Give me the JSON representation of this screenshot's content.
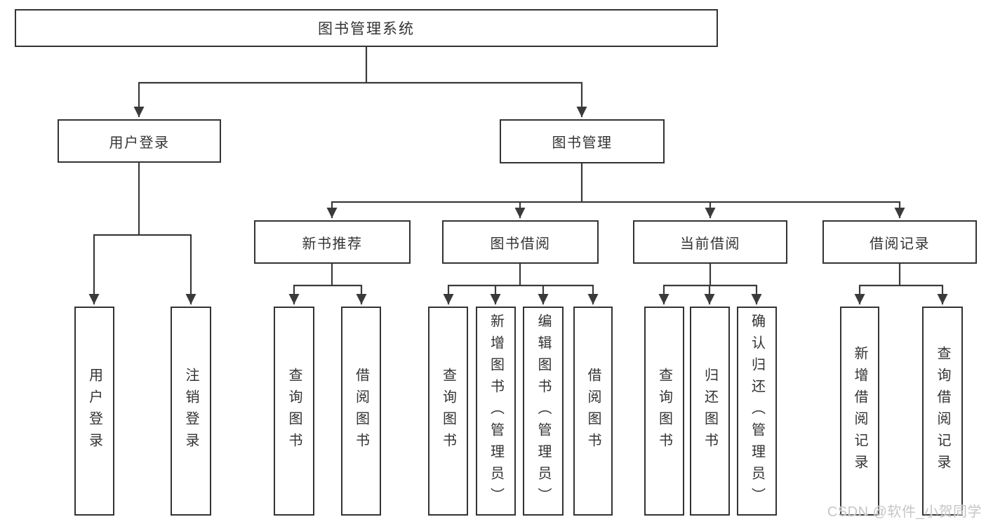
{
  "nodes": {
    "root": "图书管理系统",
    "user_login": "用户登录",
    "book_management": "图书管理",
    "new_book_recommend": "新书推荐",
    "book_borrow": "图书借阅",
    "current_borrow": "当前借阅",
    "borrow_records": "借阅记录",
    "leaf_user_login": "用户登录",
    "leaf_logout": "注销登录",
    "leaf_query_book_1": "查询图书",
    "leaf_borrow_book_1": "借阅图书",
    "leaf_query_book_2": "查询图书",
    "leaf_add_book_admin": "新增图书（管理员）",
    "leaf_edit_book_admin": "编辑图书（管理员）",
    "leaf_borrow_book_2": "借阅图书",
    "leaf_query_book_3": "查询图书",
    "leaf_return_book": "归还图书",
    "leaf_confirm_return_admin": "确认归还（管理员）",
    "leaf_add_borrow_record": "新增借阅记录",
    "leaf_query_borrow_record": "查询借阅记录"
  },
  "structure": {
    "图书管理系统": [
      "用户登录",
      "图书管理"
    ],
    "用户登录": [
      "用户登录",
      "注销登录"
    ],
    "图书管理": [
      "新书推荐",
      "图书借阅",
      "当前借阅",
      "借阅记录"
    ],
    "新书推荐": [
      "查询图书",
      "借阅图书"
    ],
    "图书借阅": [
      "查询图书",
      "新增图书（管理员）",
      "编辑图书（管理员）",
      "借阅图书"
    ],
    "当前借阅": [
      "查询图书",
      "归还图书",
      "确认归还（管理员）"
    ],
    "借阅记录": [
      "新增借阅记录",
      "查询借阅记录"
    ]
  },
  "watermark": "CSDN @软件_小贺同学",
  "colors": {
    "line": "#3a3a3a",
    "text": "#333333",
    "watermark": "#c6c6c6",
    "background": "#ffffff"
  }
}
